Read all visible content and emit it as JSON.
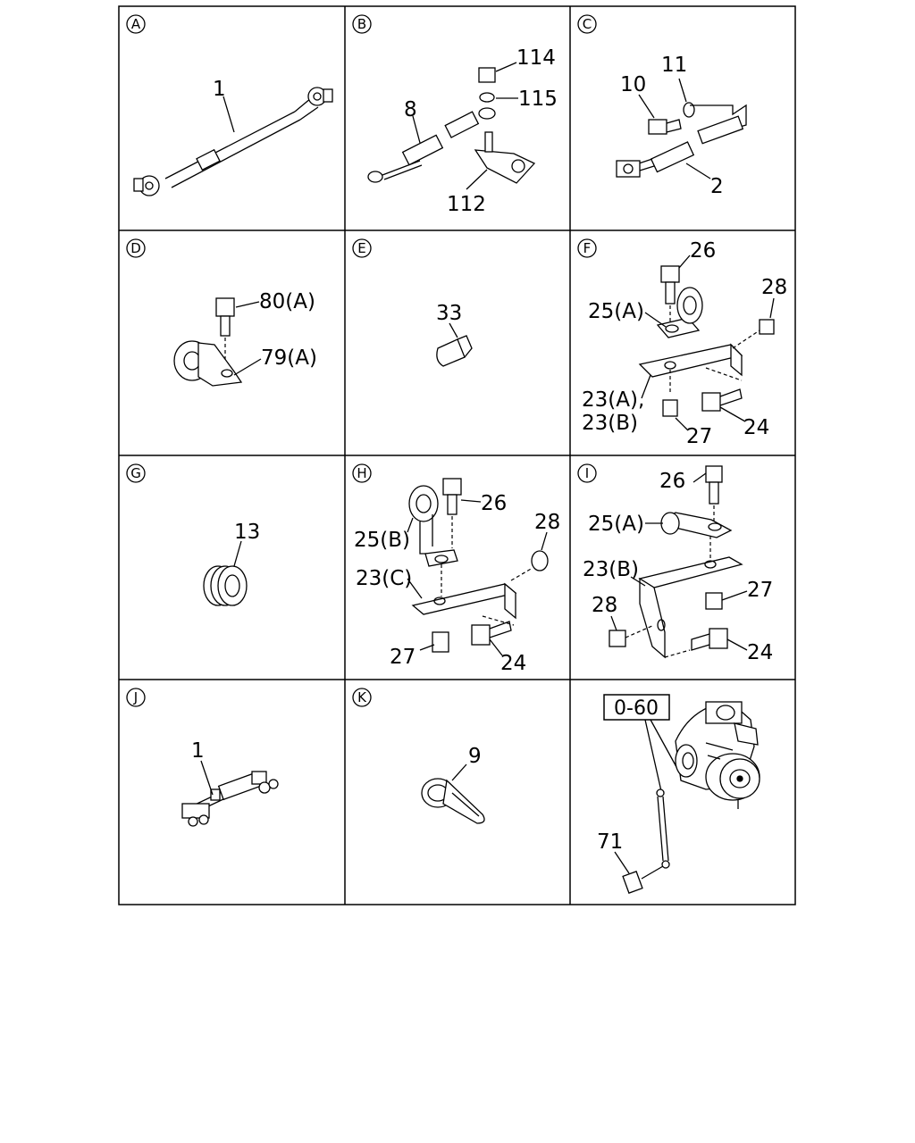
{
  "panels": [
    {
      "letter": "A",
      "labels": [
        "1"
      ]
    },
    {
      "letter": "B",
      "labels": [
        "114",
        "115",
        "8",
        "112"
      ]
    },
    {
      "letter": "C",
      "labels": [
        "11",
        "10",
        "2"
      ]
    },
    {
      "letter": "D",
      "labels": [
        "80(A)",
        "79(A)"
      ]
    },
    {
      "letter": "E",
      "labels": [
        "33"
      ]
    },
    {
      "letter": "F",
      "labels": [
        "26",
        "28",
        "25(A)",
        "23(A),",
        "23(B)",
        "27",
        "24"
      ]
    },
    {
      "letter": "G",
      "labels": [
        "13"
      ]
    },
    {
      "letter": "H",
      "labels": [
        "26",
        "28",
        "25(B)",
        "23(C)",
        "27",
        "24"
      ]
    },
    {
      "letter": "I",
      "labels": [
        "26",
        "25(A)",
        "23(B)",
        "28",
        "27",
        "24"
      ]
    },
    {
      "letter": "J",
      "labels": [
        "1"
      ]
    },
    {
      "letter": "K",
      "labels": [
        "9"
      ]
    },
    {
      "letter": "",
      "labels": [
        "71"
      ],
      "ref_box": "0-60"
    }
  ]
}
